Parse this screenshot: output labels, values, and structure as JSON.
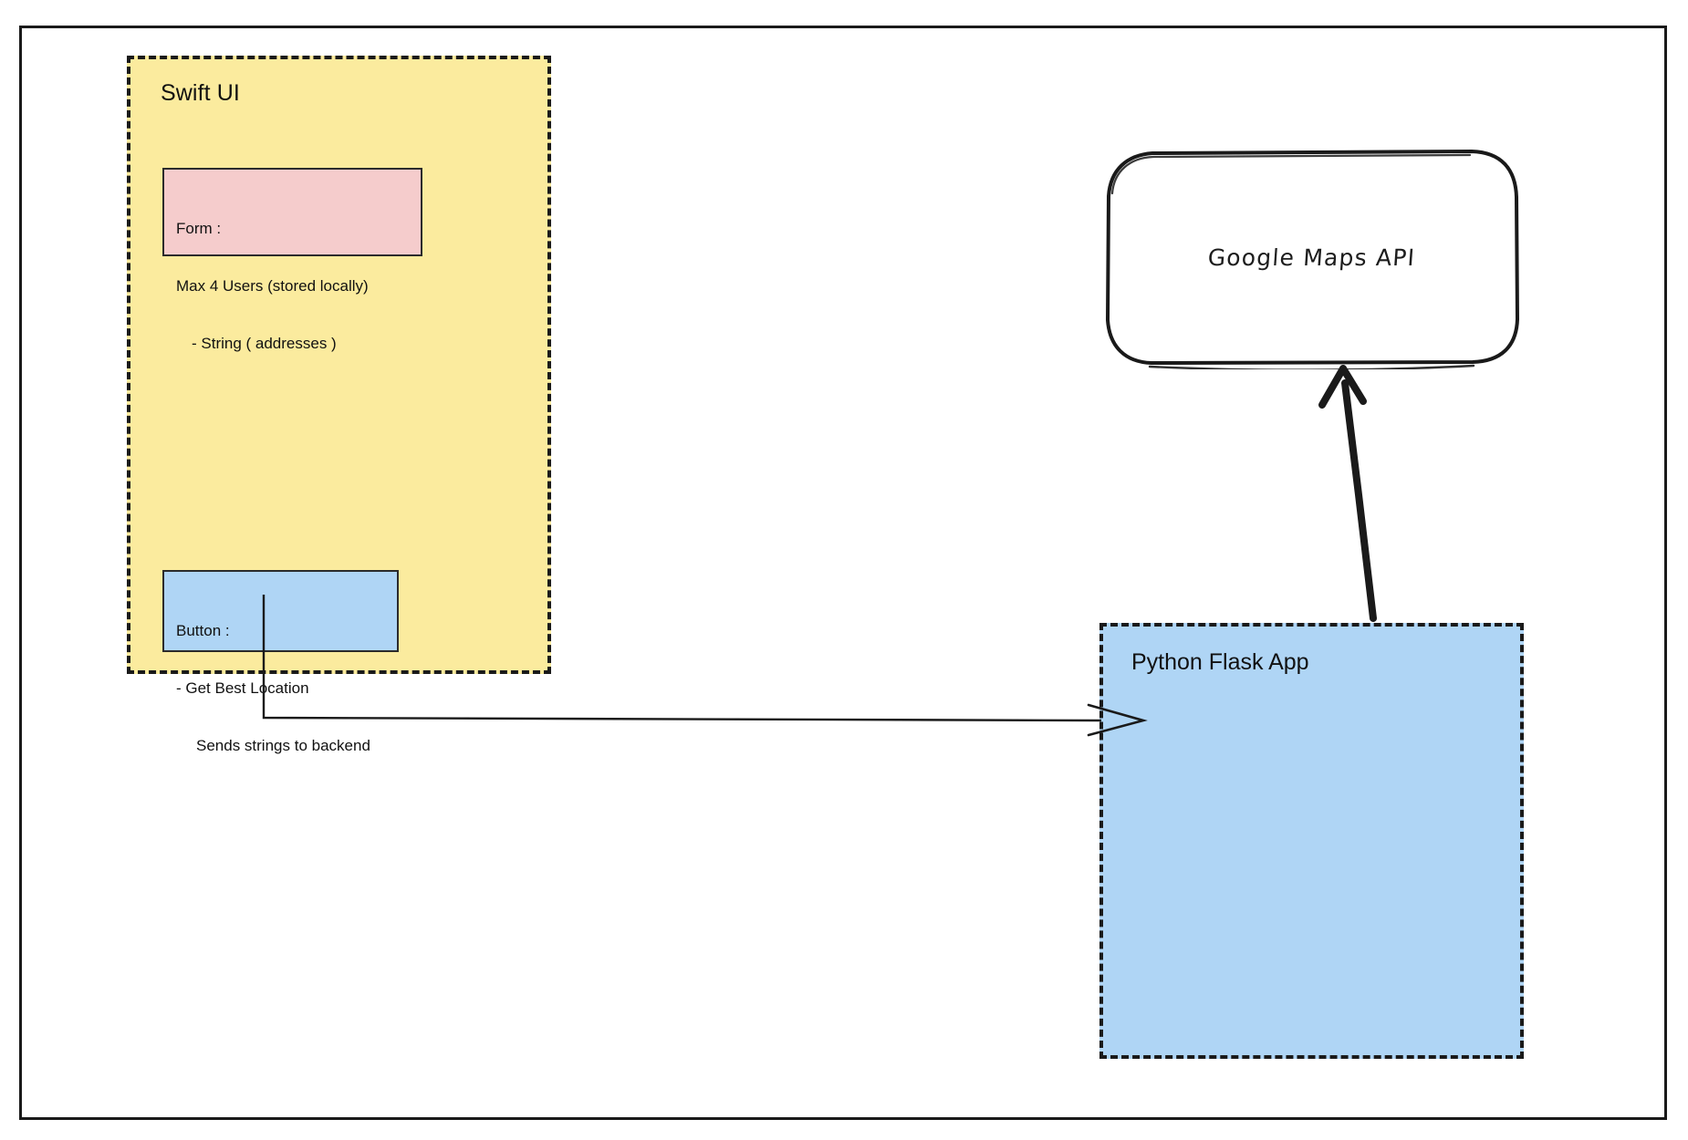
{
  "diagram": {
    "title_present": false,
    "frame": {
      "name": "outer-frame"
    },
    "colors": {
      "swift_ui_fill": "#FBEB9E",
      "form_fill": "#F5CCCC",
      "button_fill": "#AFD5F5",
      "flask_fill": "#AFD5F5",
      "gmaps_fill": "#FFFFFF",
      "stroke": "#1a1a1a"
    },
    "nodes": {
      "swift_ui": {
        "label": "Swift UI",
        "form": {
          "line1": "Form :",
          "line2": "Max 4 Users (stored locally)",
          "line3": "- String ( addresses )"
        },
        "button": {
          "line1": "Button :",
          "line2": "- Get Best Location",
          "line3": "Sends strings to backend"
        }
      },
      "google_maps_api": {
        "label": "Google Maps API"
      },
      "python_flask_app": {
        "label": "Python Flask App"
      }
    },
    "edges": [
      {
        "name": "button-to-flask",
        "from": "Swift UI / Button",
        "to": "Python Flask App",
        "style": "orthogonal-thin-arrow"
      },
      {
        "name": "flask-to-gmaps",
        "from": "Python Flask App",
        "to": "Google Maps API",
        "style": "thick-hand-drawn-arrow"
      }
    ]
  }
}
